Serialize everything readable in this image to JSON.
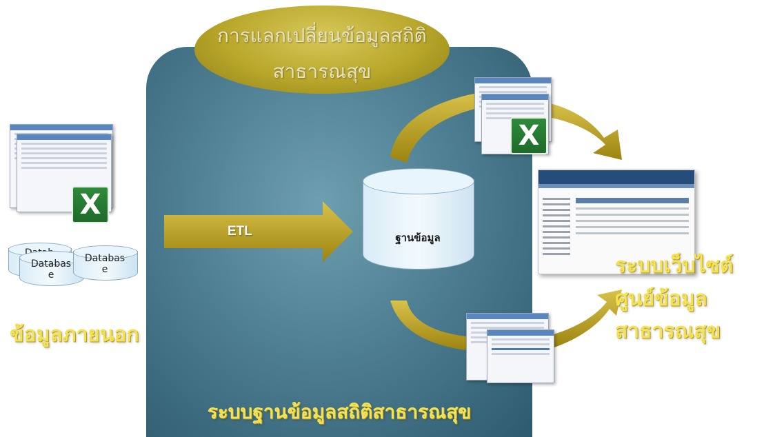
{
  "title_oval": {
    "line1": "การแลกเปลี่ยนข้อมูลสถิติ",
    "line2": "สาธารณสุข"
  },
  "panel_label": "ระบบฐานข้อมูลสถิติสาธารณสุข",
  "etl_label": "ETL",
  "central_db_label": "ฐานข้อมูล",
  "external": {
    "label": "ข้อมูลภายนอก",
    "databases": [
      "Datab",
      "Databas\ne",
      "Databas\ne"
    ]
  },
  "website_label": {
    "line1": "ระบบเว็บไซต์",
    "line2": "ศูนย์ข้อมูลสาธารณสุข"
  },
  "excel_icon_glyph": "X",
  "colors": {
    "panel": "#4f7f93",
    "oval": "#b8a72a",
    "arrow": "#b39a17",
    "label_yellow": "#f2e25a"
  }
}
